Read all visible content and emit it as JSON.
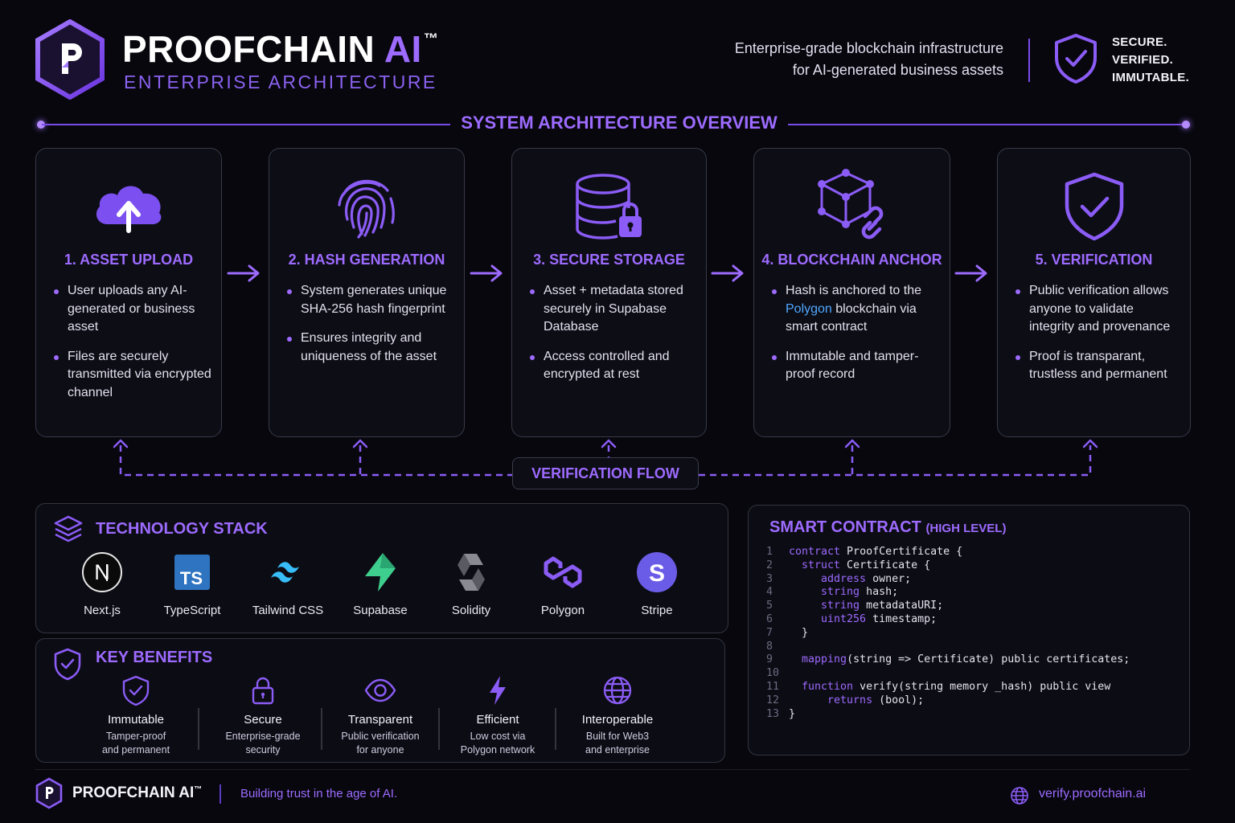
{
  "header": {
    "brand": "PROOFCHAIN",
    "brand_ai": "AI",
    "brand_tm": "™",
    "subtitle": "ENTERPRISE ARCHITECTURE",
    "tagline_line1": "Enterprise-grade blockchain infrastructure",
    "tagline_line2": "for AI-generated business assets",
    "badge_line1": "SECURE.",
    "badge_line2": "VERIFIED.",
    "badge_line3": "IMMUTABLE."
  },
  "section_title": "SYSTEM ARCHITECTURE OVERVIEW",
  "steps": [
    {
      "title": "1. ASSET UPLOAD",
      "icon": "cloud-upload-icon",
      "bullets": [
        "User uploads any AI-generated or business asset",
        "Files are securely transmitted via encrypted channel"
      ]
    },
    {
      "title": "2. HASH GENERATION",
      "icon": "fingerprint-icon",
      "bullets": [
        "System generates unique SHA-256 hash fingerprint",
        "Ensures integrity and uniqueness of the asset"
      ]
    },
    {
      "title": "3. SECURE STORAGE",
      "icon": "database-lock-icon",
      "bullets": [
        "Asset + metadata stored securely in Supabase Database",
        "Access controlled and encrypted at rest"
      ]
    },
    {
      "title": "4. BLOCKCHAIN ANCHOR",
      "icon": "blockchain-cube-icon",
      "bullet1_pre": "Hash is anchored to the",
      "bullet1_highlight": "Polygon",
      "bullet1_post": "blockchain via smart contract",
      "bullets": [
        "Immutable and tamper-proof record"
      ]
    },
    {
      "title": "5. VERIFICATION",
      "icon": "shield-check-icon",
      "bullets": [
        "Public verification allows anyone to validate integrity and provenance",
        "Proof is transparant, trustless and permanent"
      ]
    }
  ],
  "verification_flow": "VERIFICATION FLOW",
  "tech_stack": {
    "title": "TECHNOLOGY STACK",
    "items": [
      {
        "label": "Next.js",
        "icon": "nextjs-icon"
      },
      {
        "label": "TypeScript",
        "icon": "typescript-icon"
      },
      {
        "label": "Tailwind CSS",
        "icon": "tailwind-icon"
      },
      {
        "label": "Supabase",
        "icon": "supabase-icon"
      },
      {
        "label": "Solidity",
        "icon": "solidity-icon"
      },
      {
        "label": "Polygon",
        "icon": "polygon-icon"
      },
      {
        "label": "Stripe",
        "icon": "stripe-icon"
      }
    ]
  },
  "benefits": {
    "title": "KEY BENEFITS",
    "items": [
      {
        "title": "Immutable",
        "desc1": "Tamper-proof",
        "desc2": "and permanent",
        "icon": "shield-check-icon"
      },
      {
        "title": "Secure",
        "desc1": "Enterprise-grade",
        "desc2": "security",
        "icon": "lock-icon"
      },
      {
        "title": "Transparent",
        "desc1": "Public verification",
        "desc2": "for anyone",
        "icon": "eye-icon"
      },
      {
        "title": "Efficient",
        "desc1": "Low cost via",
        "desc2": "Polygon network",
        "icon": "lightning-icon"
      },
      {
        "title": "Interoperable",
        "desc1": "Built for Web3",
        "desc2": "and enterprise",
        "icon": "globe-icon"
      }
    ]
  },
  "smart_contract": {
    "title": "SMART CONTRACT",
    "title_suffix": "(HIGH LEVEL)",
    "lines": [
      {
        "n": "1",
        "kw": "contract",
        "rest": " ProofCertificate {"
      },
      {
        "n": "2",
        "kw": "  struct",
        "rest": " Certificate {"
      },
      {
        "n": "3",
        "kw": "     address",
        "rest": " owner;"
      },
      {
        "n": "4",
        "kw": "     string",
        "rest": " hash;"
      },
      {
        "n": "5",
        "kw": "     string",
        "rest": " metadataURI;"
      },
      {
        "n": "6",
        "kw": "     uint256",
        "rest": " timestamp;"
      },
      {
        "n": "7",
        "kw": "",
        "rest": "  }"
      },
      {
        "n": "8",
        "kw": "",
        "rest": ""
      },
      {
        "n": "9",
        "kw": "  mapping",
        "rest": "(string => Certificate) public certificates;"
      },
      {
        "n": "10",
        "kw": "",
        "rest": ""
      },
      {
        "n": "11",
        "kw": "  function",
        "rest": " verify(string memory _hash) public view"
      },
      {
        "n": "12",
        "kw": "      returns",
        "rest": " (bool);"
      },
      {
        "n": "13",
        "kw": "",
        "rest": "}"
      }
    ]
  },
  "footer": {
    "brand": "PROOFCHAIN AI",
    "tm": "™",
    "slogan": "Building trust in the age of AI.",
    "url": "verify.proofchain.ai"
  },
  "colors": {
    "accent": "#9d6bff",
    "background": "#07070d",
    "highlight_blue": "#4fa8ff"
  }
}
